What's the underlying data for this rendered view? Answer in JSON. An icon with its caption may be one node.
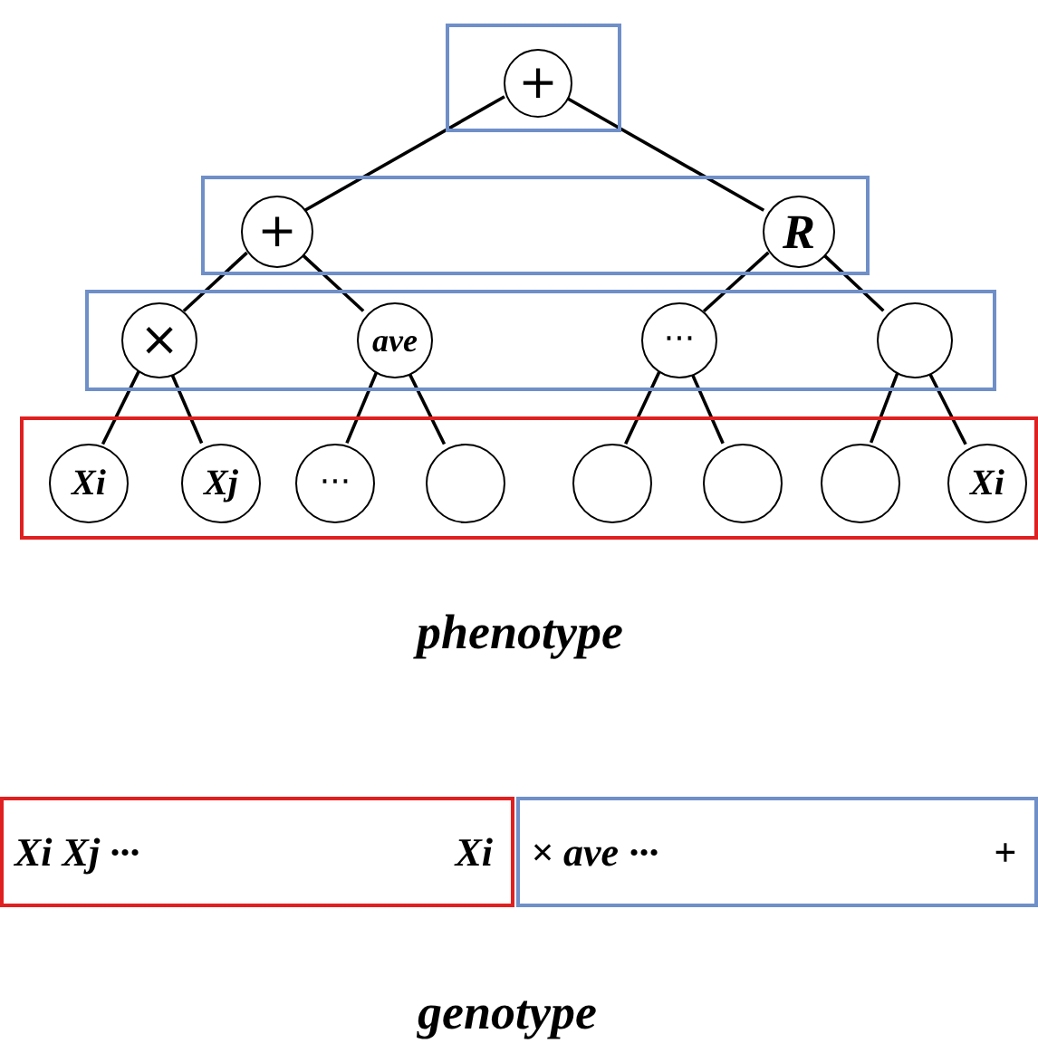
{
  "diagram": {
    "nodes": [
      {
        "text": [],
        "shape": "box"
      },
      {
        "text": [
          "+"
        ],
        "in": 0
      },
      {
        "text": [],
        "shape": "box"
      },
      {
        "text": [
          "+"
        ],
        "in": 2
      },
      {
        "text": [
          "R"
        ],
        "in": 2
      },
      {
        "text": [],
        "shape": "box"
      },
      {
        "text": [
          "×"
        ],
        "in": 5
      },
      {
        "text": [
          "ave"
        ],
        "in": 5
      },
      {
        "text": [
          "···"
        ],
        "in": 5
      },
      {
        "text": [],
        "shape": "circle",
        "in": 5
      },
      {
        "text": [],
        "shape": "box"
      },
      {
        "text": [
          "Xi"
        ],
        "in": 10
      },
      {
        "text": [
          "Xj"
        ],
        "in": 10
      },
      {
        "text": [
          "···"
        ],
        "in": 10
      },
      {
        "text": [],
        "shape": "circle",
        "in": 10
      },
      {
        "text": [],
        "shape": "circle",
        "in": 10
      },
      {
        "text": [],
        "shape": "circle",
        "in": 10
      },
      {
        "text": [],
        "shape": "circle",
        "in": 10
      },
      {
        "text": [
          "Xi"
        ],
        "in": 10
      },
      {
        "text": [
          "Xi Xj ···",
          "Xi"
        ]
      },
      {
        "text": [
          "× ave ···",
          "+"
        ]
      }
    ],
    "edges": [
      {
        "from": 1,
        "to": 3,
        "arrow": "none"
      },
      {
        "from": 1,
        "to": 4,
        "arrow": "none"
      },
      {
        "from": 3,
        "to": 6,
        "arrow": "none"
      },
      {
        "from": 3,
        "to": 7,
        "arrow": "none"
      },
      {
        "from": 4,
        "to": 8,
        "arrow": "none"
      },
      {
        "from": 4,
        "to": 9,
        "arrow": "none"
      },
      {
        "from": 6,
        "to": 11,
        "arrow": "none"
      },
      {
        "from": 6,
        "to": 12,
        "arrow": "none"
      },
      {
        "from": 7,
        "to": 13,
        "arrow": "none"
      },
      {
        "from": 7,
        "to": 14,
        "arrow": "none"
      },
      {
        "from": 8,
        "to": 15,
        "arrow": "none"
      },
      {
        "from": 8,
        "to": 16,
        "arrow": "none"
      },
      {
        "from": 9,
        "to": 17,
        "arrow": "none"
      },
      {
        "from": 9,
        "to": 18,
        "arrow": "none"
      }
    ],
    "labels": [
      "phenotype",
      "genotype"
    ]
  }
}
